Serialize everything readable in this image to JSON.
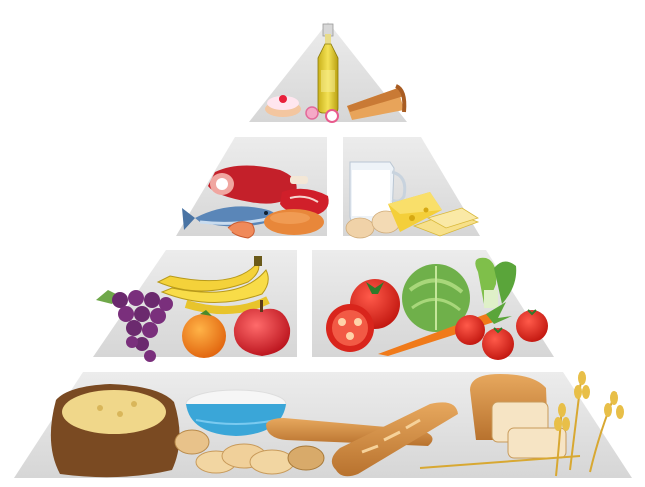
{
  "diagram": {
    "type": "food-pyramid",
    "tiers": [
      {
        "level": 1,
        "sections": [
          {
            "name": "oils-and-sweets",
            "items": [
              "olive-oil-bottle",
              "cupcake",
              "candy",
              "pie-slice"
            ]
          }
        ]
      },
      {
        "level": 2,
        "sections": [
          {
            "name": "meat-and-fish",
            "items": [
              "meat-leg",
              "steak",
              "fish",
              "shrimp",
              "sausage"
            ]
          },
          {
            "name": "dairy-and-eggs",
            "items": [
              "milk-jug",
              "eggs",
              "cheese-wedge",
              "cheese-slices"
            ]
          }
        ]
      },
      {
        "level": 3,
        "sections": [
          {
            "name": "fruits",
            "items": [
              "grapes",
              "bananas",
              "orange",
              "apple"
            ]
          },
          {
            "name": "vegetables",
            "items": [
              "cabbage",
              "bok-choy",
              "tomato",
              "tomato-half",
              "carrot",
              "cherry-tomatoes"
            ]
          }
        ]
      },
      {
        "level": 4,
        "sections": [
          {
            "name": "grains-and-bread",
            "items": [
              "grain-sack",
              "rice-bowl",
              "cookies",
              "baguette",
              "bread-loaf",
              "wheat-stalks"
            ]
          }
        ]
      }
    ],
    "colors": {
      "block": "#e3e3e3",
      "block_shade": "#cfcfcf",
      "background": "#ffffff"
    }
  }
}
